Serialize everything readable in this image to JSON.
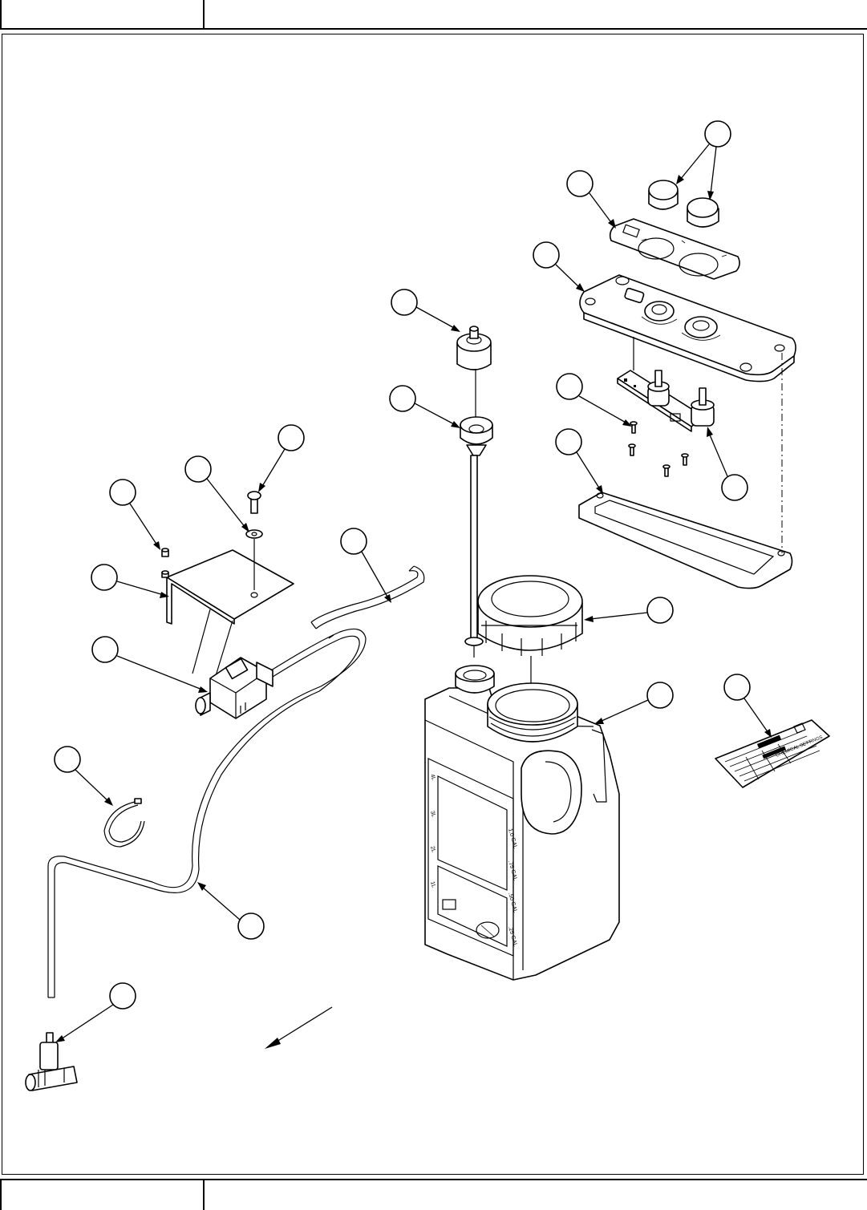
{
  "header": {
    "left_text": "",
    "right_text": ""
  },
  "footer": {
    "left_text": "",
    "right_text": ""
  },
  "diagram": {
    "kind": "exploded parts view",
    "callouts": [
      {
        "id": "button-knobs",
        "label": ""
      },
      {
        "id": "control-decal",
        "label": ""
      },
      {
        "id": "control-panel-cover",
        "label": ""
      },
      {
        "id": "tank-cap-top",
        "label": ""
      },
      {
        "id": "tank-fitting",
        "label": ""
      },
      {
        "id": "circuit-board-screw",
        "label": ""
      },
      {
        "id": "panel-gasket",
        "label": ""
      },
      {
        "id": "potentiometer-board",
        "label": ""
      },
      {
        "id": "bracket-screw",
        "label": ""
      },
      {
        "id": "flat-washer",
        "label": ""
      },
      {
        "id": "small-screw",
        "label": ""
      },
      {
        "id": "mounting-bracket",
        "label": ""
      },
      {
        "id": "short-hose",
        "label": ""
      },
      {
        "id": "pump-solenoid",
        "label": ""
      },
      {
        "id": "tank-lid",
        "label": ""
      },
      {
        "id": "chemical-tank",
        "label": ""
      },
      {
        "id": "chemical-settings-decal",
        "label": ""
      },
      {
        "id": "hose-clamp",
        "label": ""
      },
      {
        "id": "long-hose",
        "label": ""
      },
      {
        "id": "tee-fitting",
        "label": ""
      }
    ],
    "tank_decal_marks": {
      "left": [
        "4L",
        "3L",
        "2L",
        "1L"
      ],
      "right": [
        "1.0 GAL",
        ".75 GAL",
        ".50 GAL",
        ".25 GAL"
      ]
    },
    "settings_decal": {
      "title": "CHEMICAL SETTINGS"
    }
  }
}
